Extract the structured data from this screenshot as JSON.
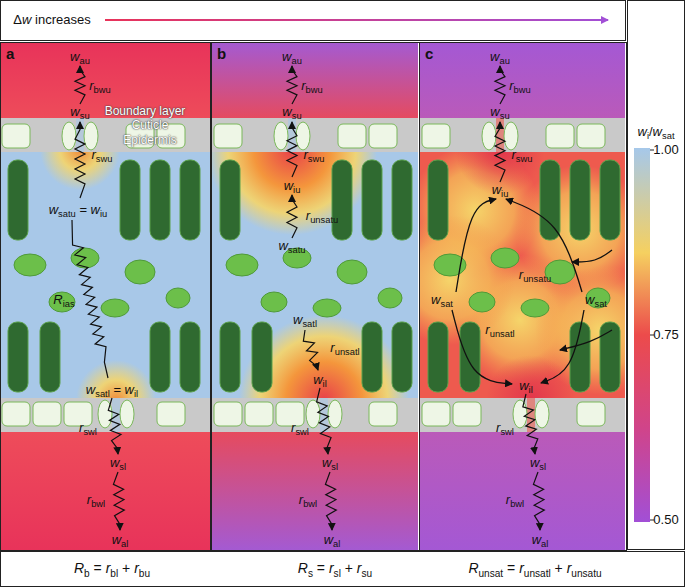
{
  "diagram": {
    "nodes": [
      {
        "text": [
          "a"
        ]
      },
      {
        "text": [
          "b"
        ]
      },
      {
        "text": [
          "c"
        ]
      }
    ],
    "labels": [
      "Δw increases",
      "wau",
      "rbwu",
      "wsu",
      "Boundary layer",
      "Cuticle",
      "Epidermis",
      "rswu",
      "wsatu = wiu",
      "Rias",
      "wsatl = wil",
      "rswl",
      "wsl",
      "rbwl",
      "wal",
      "wau",
      "rbwu",
      "wsu",
      "rswu",
      "wiu",
      "runsatu",
      "wsatu",
      "wsatl",
      "runsatl",
      "wil",
      "rswl",
      "wsl",
      "rbwl",
      "wal",
      "wau",
      "rbwu",
      "wsu",
      "rswu",
      "wiu",
      "wsat",
      "wsat",
      "runsatu",
      "runsatl",
      "wil",
      "rswl",
      "wsl",
      "rbwl",
      "wal",
      "wi/wsat",
      "1.00",
      "0.75",
      "0.50",
      "Rb = rbl + rbu",
      "Rs = rsl + rsu",
      "Runsat = runsatl + runsatu"
    ]
  }
}
